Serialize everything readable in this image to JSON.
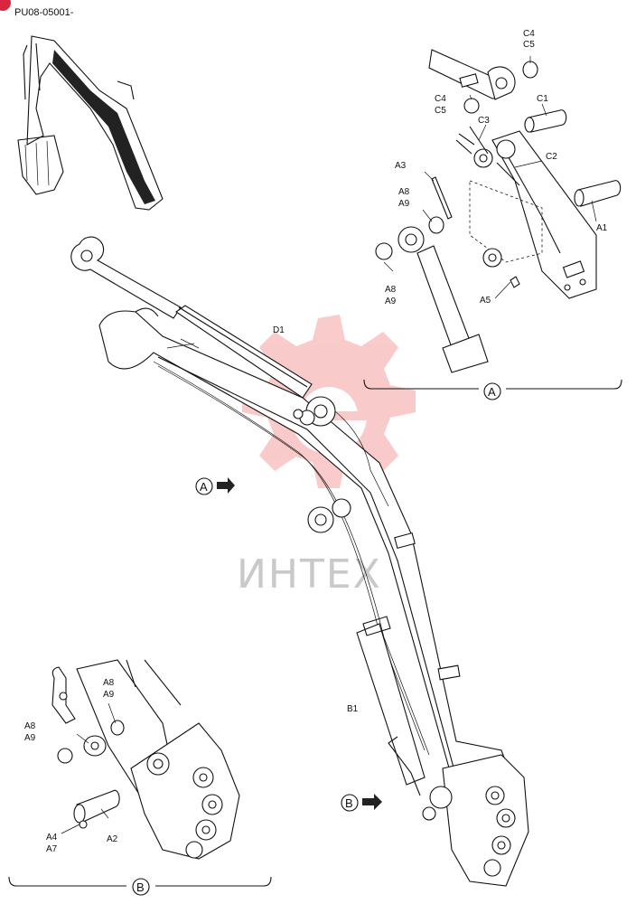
{
  "document": {
    "code": "PU08-05001-"
  },
  "watermark": {
    "text": "ИНТЕХ",
    "color": "#f28c8c"
  },
  "callouts": {
    "A": "A",
    "B": "B"
  },
  "parts": {
    "A1": "A1",
    "A2": "A2",
    "A3": "A3",
    "A4": "A4",
    "A5": "A5",
    "A7": "A7",
    "A8": "A8",
    "A9": "A9",
    "B1": "B1",
    "C1": "C1",
    "C2": "C2",
    "C3": "C3",
    "C4": "C4",
    "C5": "C5",
    "D1": "D1"
  }
}
